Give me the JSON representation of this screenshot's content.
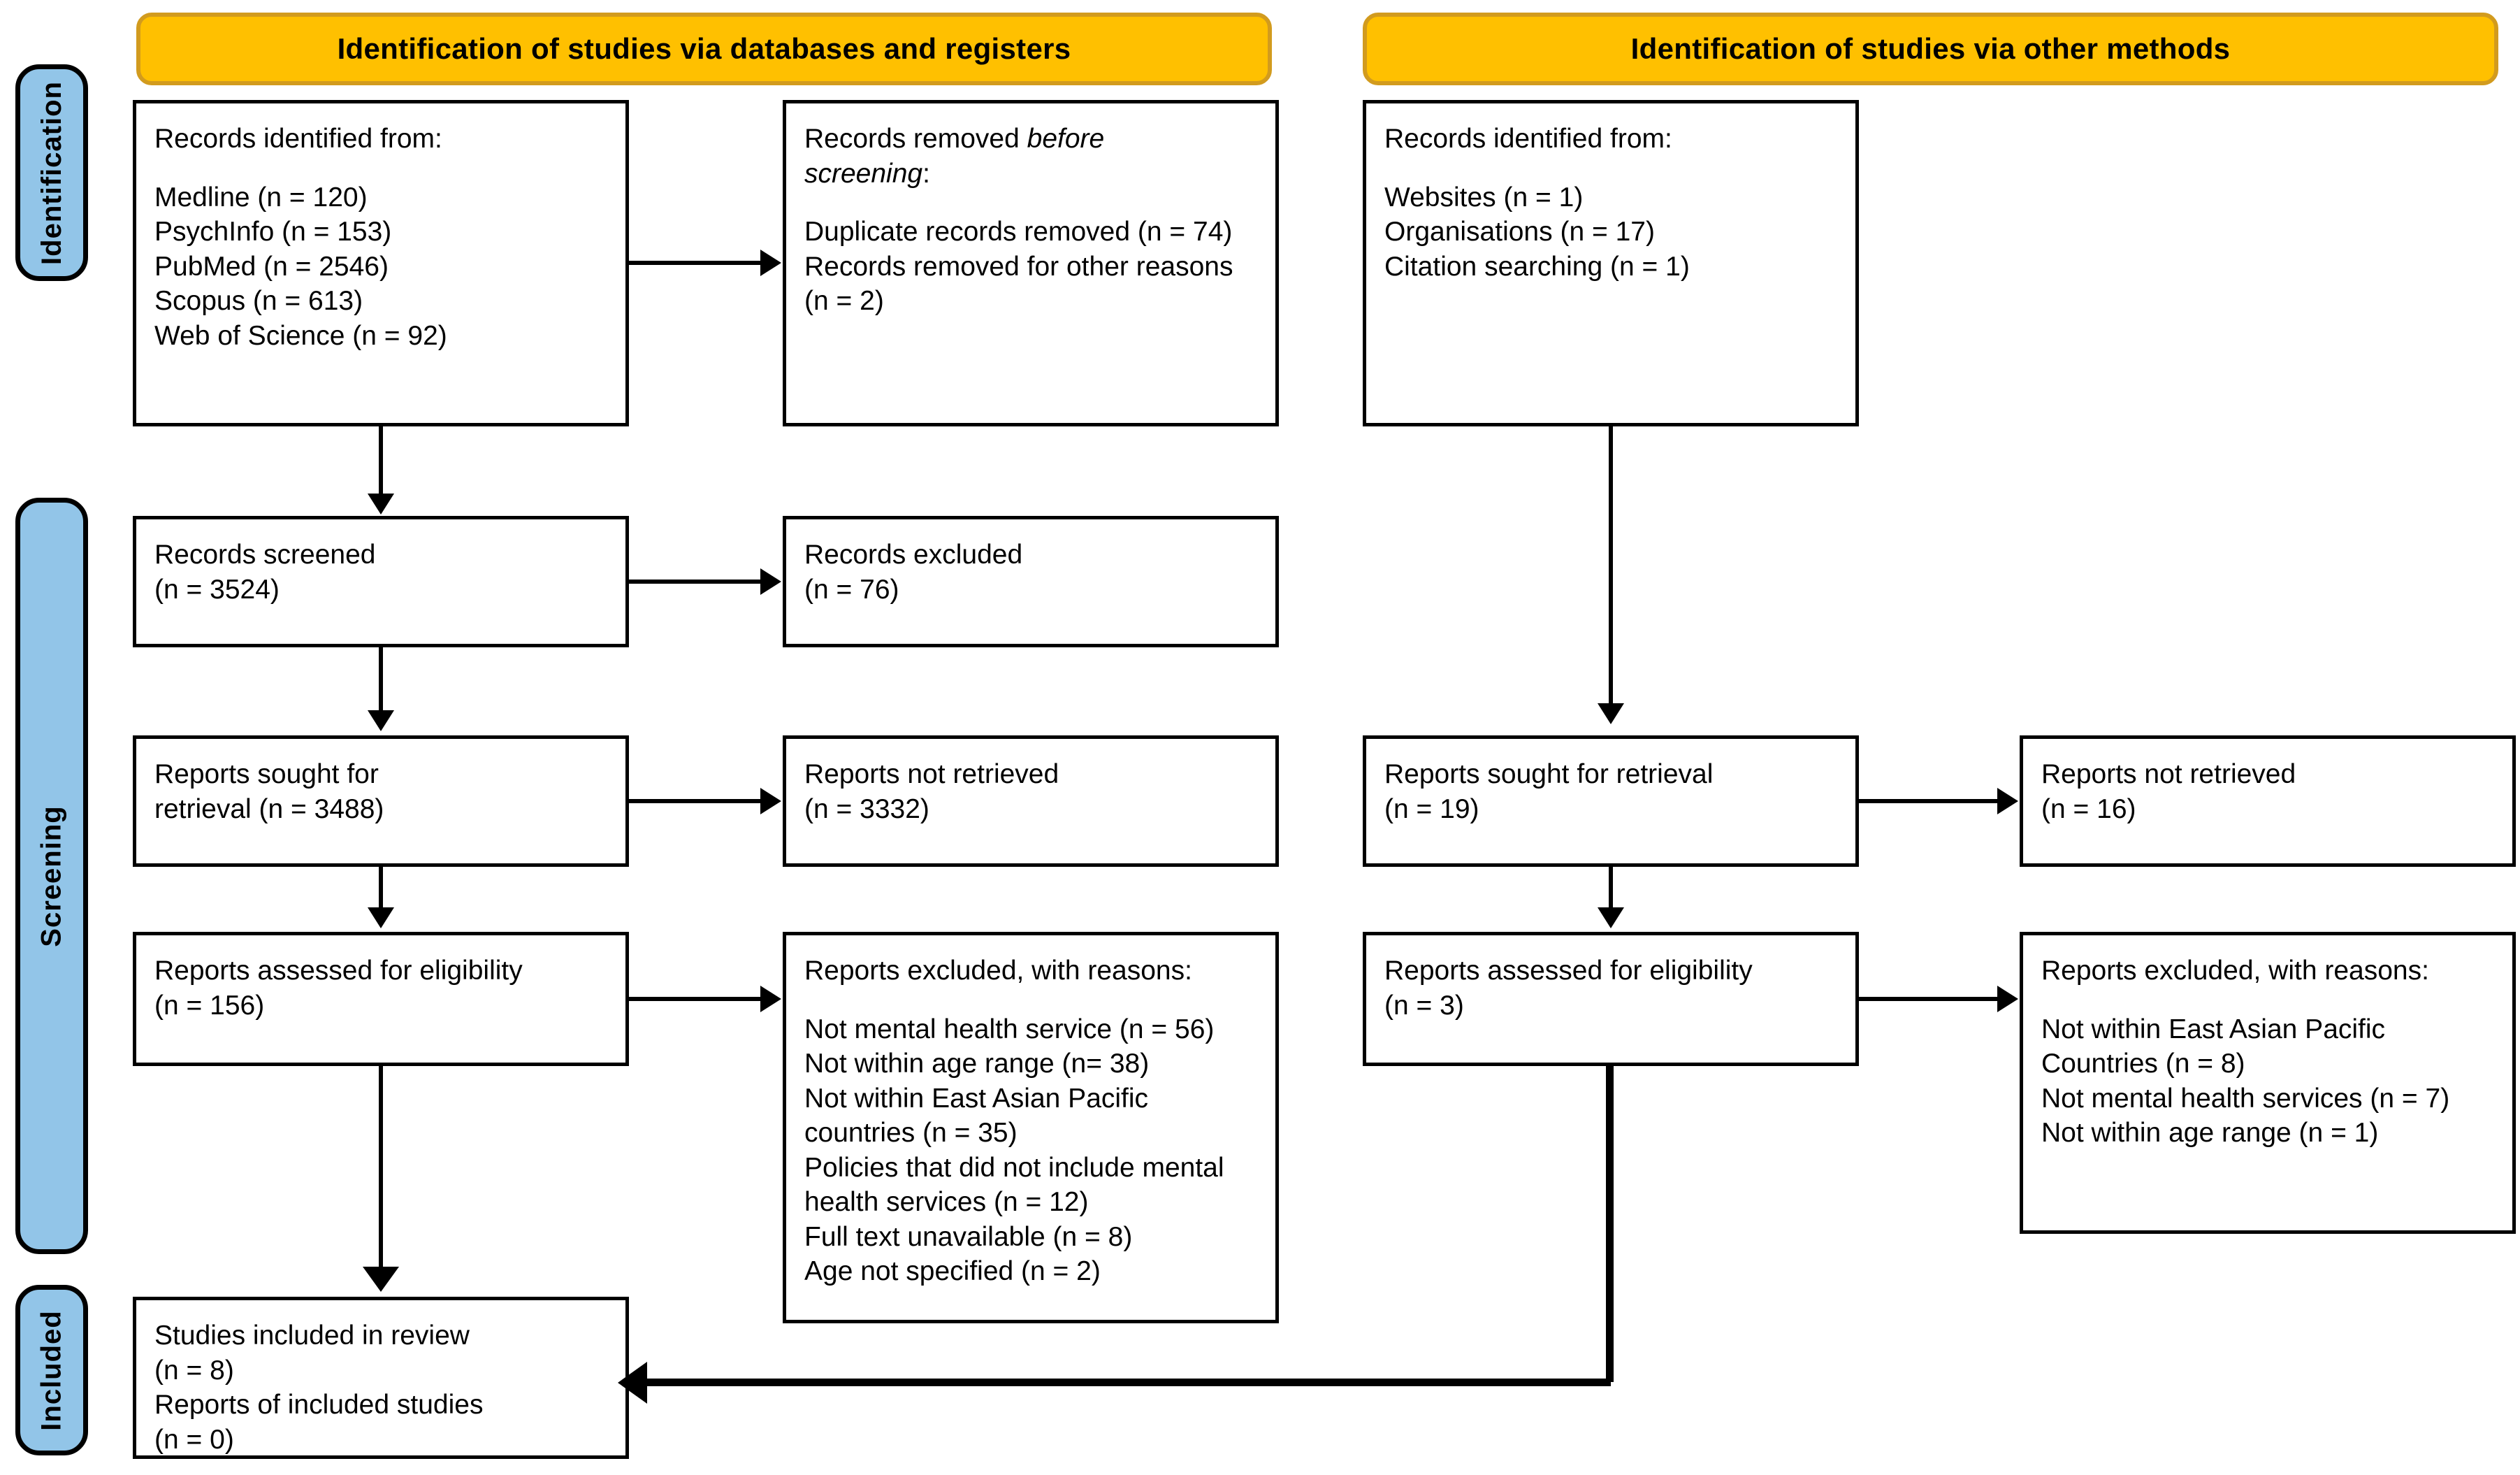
{
  "diagram": {
    "title": "PRISMA 2020 flow diagram",
    "accent_yellow": "#FFC000",
    "accent_yellow_border": "#D29B1E",
    "accent_blue": "#92C5E8",
    "line_color": "#000000"
  },
  "stages": [
    {
      "label": "Identification"
    },
    {
      "label": "Screening"
    },
    {
      "label": "Included"
    }
  ],
  "banners": [
    {
      "label": "Identification of studies via databases and registers"
    },
    {
      "label": "Identification of studies via other methods"
    }
  ],
  "left_column": {
    "records_identified": {
      "heading": "Records identified from:",
      "items": [
        "Medline (n = 120)",
        "PsychInfo (n = 153)",
        "PubMed (n = 2546)",
        "Scopus (n = 613)",
        "Web of Science (n = 92)"
      ]
    },
    "records_removed": {
      "heading_pre": "Records removed ",
      "heading_em": "before",
      "heading_post": "",
      "heading_line2_em": "screening",
      "heading_line2_post": ":",
      "items": [
        "Duplicate records removed (n = 74)",
        "Records removed for other reasons (n = 2)"
      ]
    },
    "records_screened": {
      "line1": "Records screened",
      "line2": "(n = 3524)"
    },
    "records_excluded": {
      "line1": "Records excluded",
      "line2": "(n = 76)"
    },
    "reports_sought": {
      "line1": "Reports sought for",
      "line2": "retrieval (n = 3488)"
    },
    "reports_not_retrieved": {
      "line1": "Reports not retrieved",
      "line2": "(n = 3332)"
    },
    "reports_assessed": {
      "line1": "Reports assessed for eligibility",
      "line2": "(n = 156)"
    },
    "reports_excluded": {
      "heading": "Reports excluded, with reasons:",
      "items": [
        "Not mental health service (n = 56)",
        "Not within age range (n= 38)",
        "Not within East Asian Pacific countries (n = 35)",
        "Policies that did not include mental health services (n = 12)",
        "Full text unavailable (n = 8)",
        "Age not specified (n = 2)"
      ]
    }
  },
  "right_column": {
    "records_identified": {
      "heading": "Records identified from:",
      "items": [
        "Websites (n = 1)",
        "Organisations (n = 17)",
        "Citation searching (n = 1)"
      ]
    },
    "reports_sought": {
      "line1": "Reports sought for retrieval",
      "line2": "(n = 19)"
    },
    "reports_not_retrieved": {
      "line1": "Reports not retrieved",
      "line2": "(n = 16)"
    },
    "reports_assessed": {
      "line1": "Reports assessed for eligibility",
      "line2": "(n = 3)"
    },
    "reports_excluded": {
      "heading": "Reports excluded, with reasons:",
      "items": [
        "Not within East Asian Pacific Countries (n = 8)",
        "Not mental health services (n = 7)",
        "Not within age range (n = 1)"
      ]
    }
  },
  "included": {
    "line1": "Studies included in review",
    "line2": "(n = 8)",
    "line3": "Reports of included studies",
    "line4": "(n = 0)"
  }
}
